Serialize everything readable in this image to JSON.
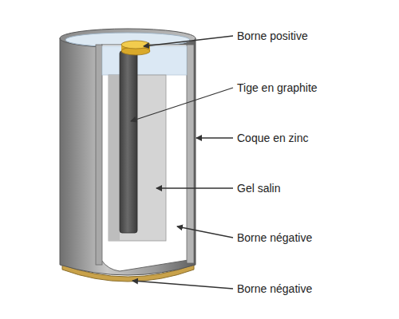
{
  "diagram": {
    "labels": [
      "Borne positive",
      "Tige en graphite",
      "Coque en zinc",
      "Gel salin",
      "Borne négative",
      "Borne négative"
    ]
  }
}
